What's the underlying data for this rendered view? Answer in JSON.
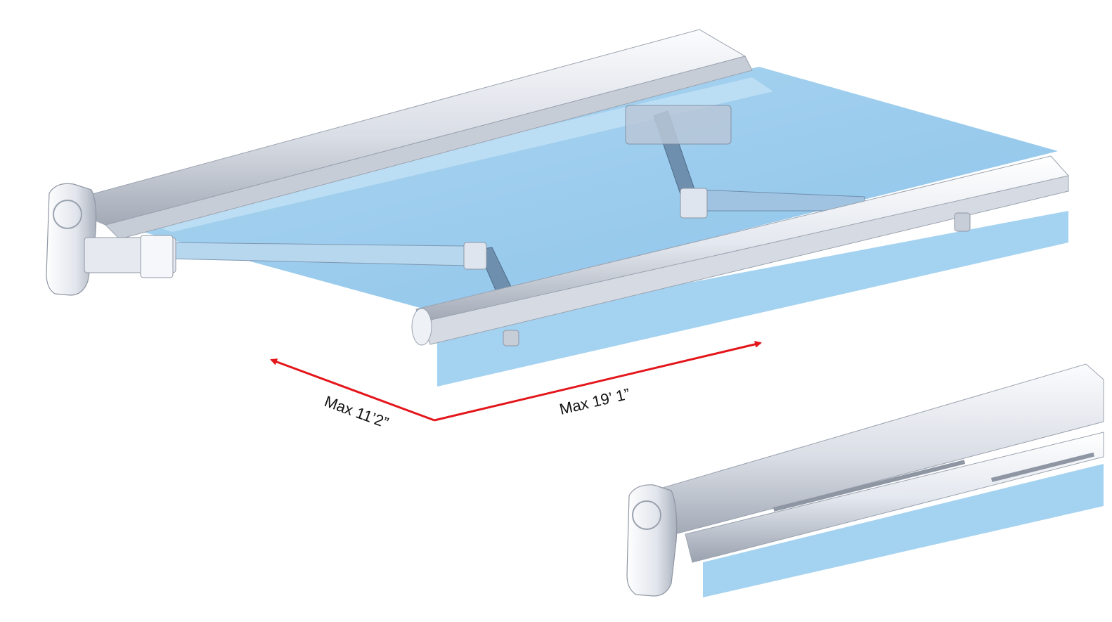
{
  "colors": {
    "fabric": "#8ec5ea",
    "fabric_light": "#bfe0f6",
    "valance": "#9fd0f0",
    "housing_light": "#f2f4f8",
    "housing_mid": "#c9ced8",
    "housing_dark": "#8f96a3",
    "arrow": "#e3161b",
    "text": "#111111"
  },
  "icons": {
    "extended_awning": "extended-awning-illustration",
    "retracted_awning": "retracted-awning-illustration",
    "arrow": "red-dimension-arrow"
  },
  "dimensions": {
    "projection_label": "Max 11’2”",
    "width_label": "Max 19’ 1”"
  }
}
